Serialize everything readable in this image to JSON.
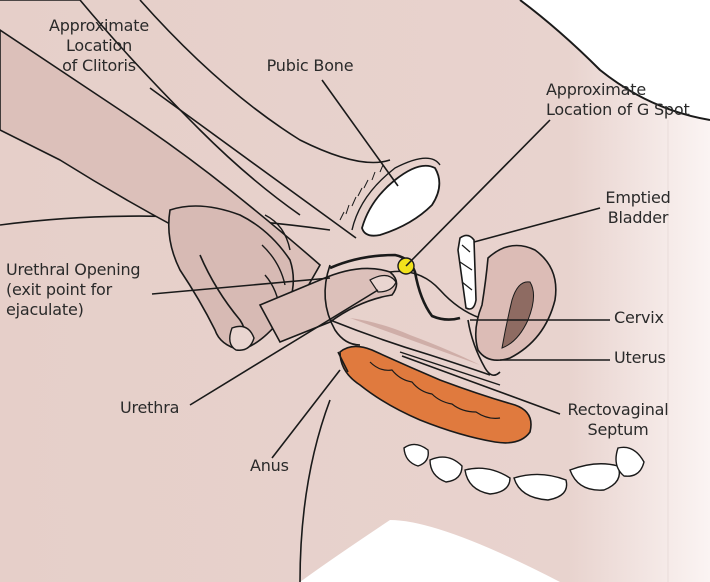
{
  "labels": {
    "clitoris": "Approximate\nLocation\nof Clitoris",
    "pubic_bone": "Pubic Bone",
    "g_spot": "Approximate\nLocation of G Spot",
    "bladder": "Emptied\nBladder",
    "urethral_opening": "Urethral Opening\n(exit point for\nejaculate)",
    "cervix": "Cervix",
    "uterus": "Uterus",
    "rectovaginal_septum": "Rectovaginal\nSeptum",
    "urethra": "Urethra",
    "anus": "Anus"
  },
  "colors": {
    "skin": "#e3cac4",
    "skin_dark": "#cfaea8",
    "finger": "#d9bcb6",
    "outline": "#1a1a1a",
    "rectum": "#e07a3e",
    "g_spot": "#f2e21c",
    "bone": "#ffffff",
    "cervix_canal": "#8e6b62"
  }
}
